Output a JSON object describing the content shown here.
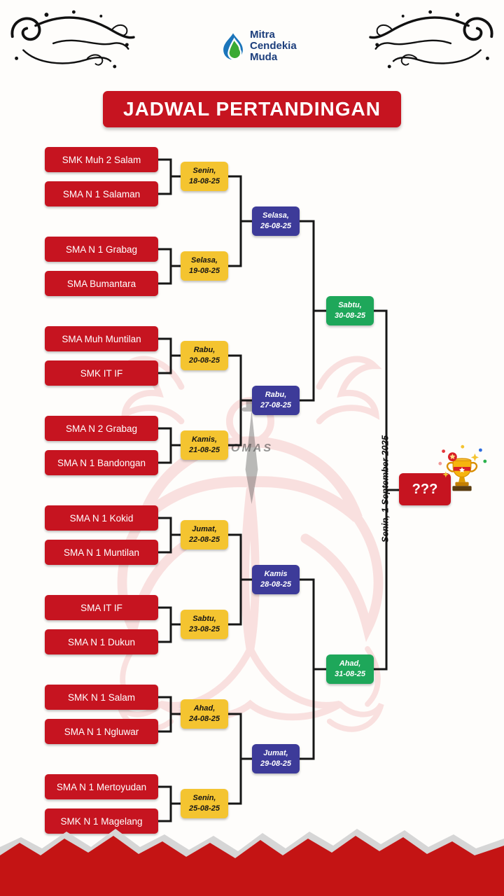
{
  "logo": {
    "name_lines": [
      "Mitra",
      "Cendekia",
      "Muda"
    ]
  },
  "title": "JADWAL PERTANDINGAN",
  "bracket": {
    "teams": [
      "SMK Muh 2 Salam",
      "SMA N 1 Salaman",
      "SMA N 1 Grabag",
      "SMA Bumantara",
      "SMA Muh Muntilan",
      "SMK IT IF",
      "SMA N 2 Grabag",
      "SMA N 1 Bandongan",
      "SMA N 1 Kokid",
      "SMA N 1 Muntilan",
      "SMA IT IF",
      "SMA N 1 Dukun",
      "SMK N 1 Salam",
      "SMA N 1 Ngluwar",
      "SMA N 1 Mertoyudan",
      "SMK N 1 Magelang"
    ],
    "round1": [
      {
        "day": "Senin,",
        "date": "18-08-25"
      },
      {
        "day": "Selasa,",
        "date": "19-08-25"
      },
      {
        "day": "Rabu,",
        "date": "20-08-25"
      },
      {
        "day": "Kamis,",
        "date": "21-08-25"
      },
      {
        "day": "Jumat,",
        "date": "22-08-25"
      },
      {
        "day": "Sabtu,",
        "date": "23-08-25"
      },
      {
        "day": "Ahad,",
        "date": "24-08-25"
      },
      {
        "day": "Senin,",
        "date": "25-08-25"
      }
    ],
    "round2": [
      {
        "day": "Selasa,",
        "date": "26-08-25"
      },
      {
        "day": "Rabu,",
        "date": "27-08-25"
      },
      {
        "day": "Kamis",
        "date": "28-08-25"
      },
      {
        "day": "Jumat,",
        "date": "29-08-25"
      }
    ],
    "semifinal": [
      {
        "day": "Sabtu,",
        "date": "30-08-25"
      },
      {
        "day": "Ahad,",
        "date": "31-08-25"
      }
    ],
    "final": {
      "label": "Senin, 1 September 2025",
      "placeholder": "???"
    }
  },
  "watermark": {
    "text": "OMAS"
  },
  "colors": {
    "red": "#c61420",
    "yellow": "#f4c430",
    "blue": "#3d3b99",
    "green": "#1ea75a",
    "line": "#161616",
    "logo_blue": "#1c3e7c"
  }
}
